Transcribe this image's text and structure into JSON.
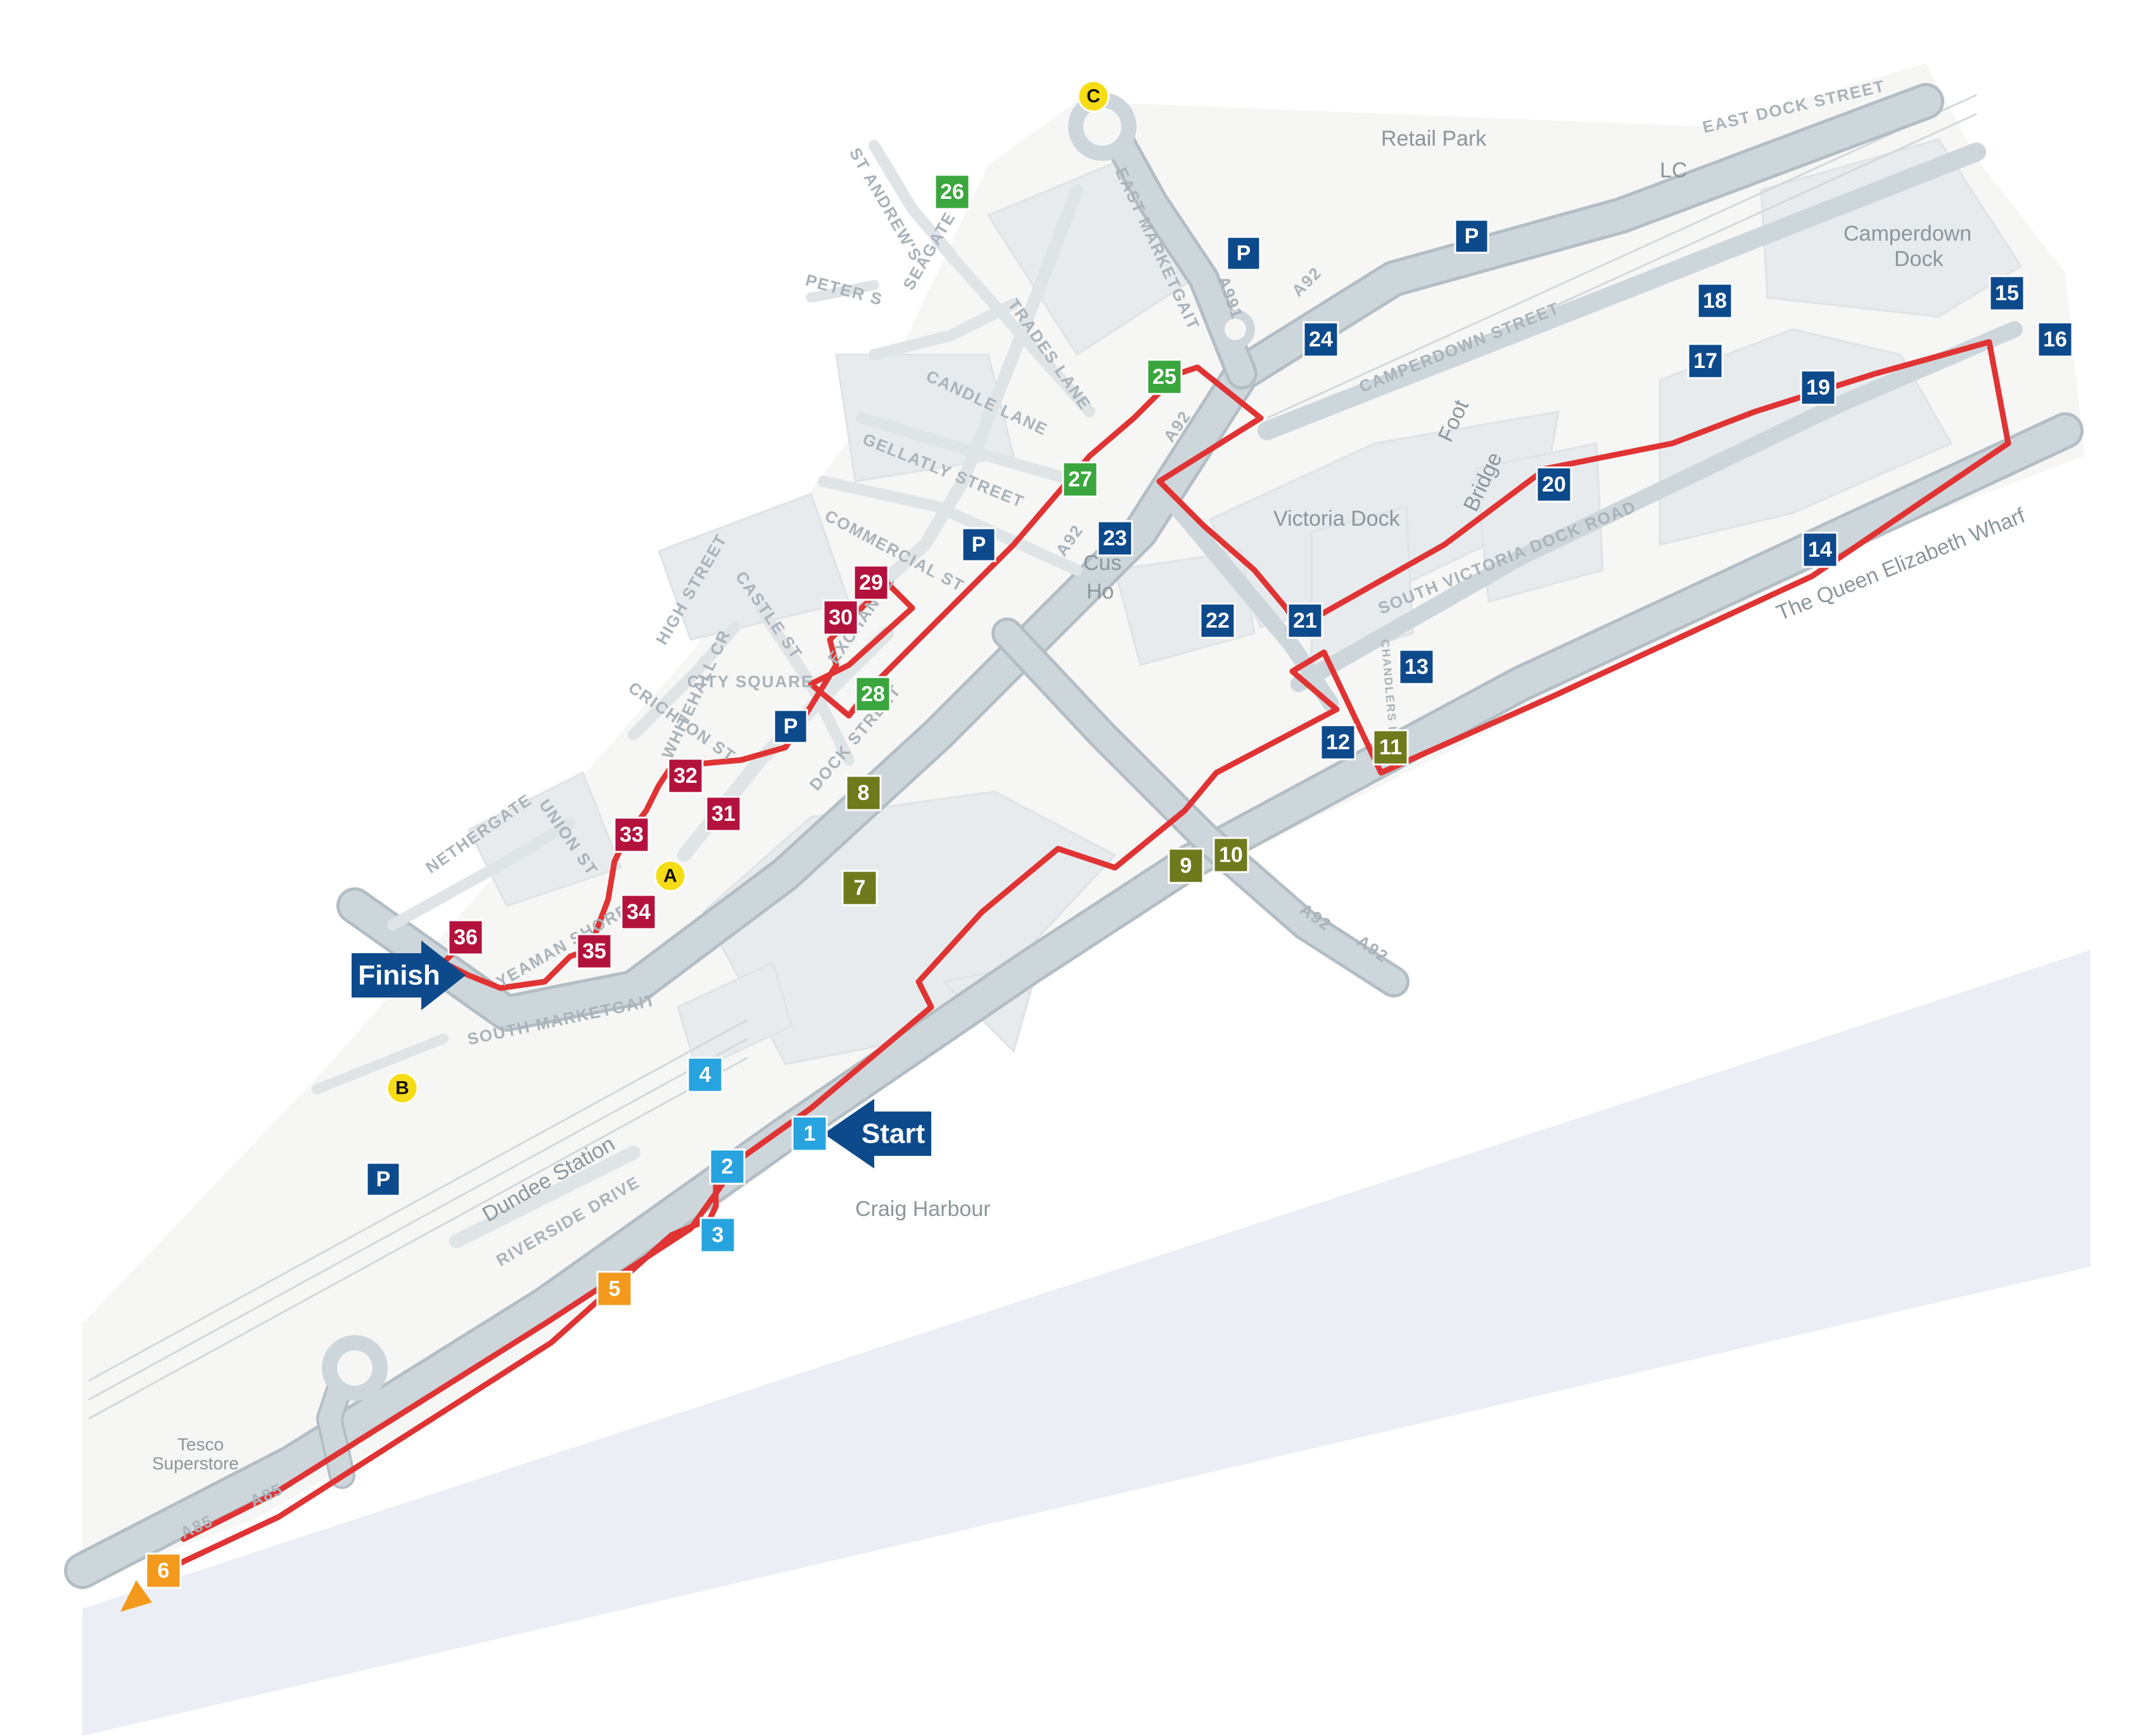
{
  "colors": {
    "route": "#e03333",
    "water": "#e9ebf4",
    "land": "#f7f7f6",
    "road": "#cdd6db",
    "road_edge": "#b3bec4",
    "building": "#e7eaec",
    "parking": "#0d4a8c",
    "poi": "#f6dc14",
    "arrow": "#0d4a8c",
    "marker_groups": {
      "orange": "#f39a1d",
      "lightblue": "#27a4df",
      "olive": "#6e7a1c",
      "darkblue": "#0d4a8c",
      "green": "#3aa63d",
      "crimson": "#b3123d"
    }
  },
  "arrows": {
    "start": "Start",
    "finish": "Finish"
  },
  "areas": {
    "retail_park": "Retail Park",
    "camperdown_dock_1": "Camperdown",
    "camperdown_dock_2": "Dock",
    "victoria_dock": "Victoria Dock",
    "foot_bridge_1": "Foot",
    "foot_bridge_2": "Bridge",
    "craig_harbour": "Craig Harbour",
    "tesco_1": "Tesco",
    "tesco_2": "Superstore",
    "wharf": "The Queen Elizabeth Wharf",
    "dundee_station": "Dundee Station",
    "lc": "LC",
    "cus_ho_1": "Cus",
    "cus_ho_2": "Ho",
    "city_square": "CITY SQUARE"
  },
  "streets": {
    "east_dock_street": "EAST DOCK STREET",
    "camperdown_street": "CAMPERDOWN STREET",
    "south_victoria_dock_road": "SOUTH VICTORIA DOCK ROAD",
    "east_marketgait": "EAST MARKETGAIT",
    "a991": "A991",
    "a92_1": "A92",
    "a92_2": "A92",
    "a92_3": "A92",
    "a92_4": "A92",
    "st_andrews": "ST ANDREW'S",
    "seagate": "SEAGATE",
    "peter_s": "PETER S",
    "trades_lane": "TRADES LANE",
    "candle_lane": "CANDLE LANE",
    "gellatly_street": "GELLATLY STREET",
    "commercial_st": "COMMERCIAL ST",
    "castle_st": "CASTLE ST",
    "exchange": "EXCHANGE",
    "high_street": "HIGH STREET",
    "crichton_st": "CRICHTON ST",
    "whitehall_cr": "WHITEHALL CR",
    "dock_street": "DOCK STREET",
    "nethergate": "NETHERGATE",
    "union_st": "UNION ST",
    "yeaman_shore": "YEAMAN SHORE",
    "south_marketgait": "SOUTH MARKETGAIT",
    "riverside_drive": "RIVERSIDE DRIVE",
    "chandlers_lane": "CHANDLERS LANE",
    "a85_1": "A85",
    "a85_2": "A85"
  },
  "pois": [
    "A",
    "B",
    "C"
  ],
  "parking_label": "P",
  "markers": [
    {
      "label": "1",
      "group": "lightblue"
    },
    {
      "label": "2",
      "group": "lightblue"
    },
    {
      "label": "3",
      "group": "lightblue"
    },
    {
      "label": "4",
      "group": "lightblue"
    },
    {
      "label": "5",
      "group": "orange"
    },
    {
      "label": "6",
      "group": "orange"
    },
    {
      "label": "7",
      "group": "olive"
    },
    {
      "label": "8",
      "group": "olive"
    },
    {
      "label": "9",
      "group": "olive"
    },
    {
      "label": "10",
      "group": "olive"
    },
    {
      "label": "11",
      "group": "olive"
    },
    {
      "label": "12",
      "group": "darkblue"
    },
    {
      "label": "13",
      "group": "darkblue"
    },
    {
      "label": "14",
      "group": "darkblue"
    },
    {
      "label": "15",
      "group": "darkblue"
    },
    {
      "label": "16",
      "group": "darkblue"
    },
    {
      "label": "17",
      "group": "darkblue"
    },
    {
      "label": "18",
      "group": "darkblue"
    },
    {
      "label": "19",
      "group": "darkblue"
    },
    {
      "label": "20",
      "group": "darkblue"
    },
    {
      "label": "21",
      "group": "darkblue"
    },
    {
      "label": "22",
      "group": "darkblue"
    },
    {
      "label": "23",
      "group": "darkblue"
    },
    {
      "label": "24",
      "group": "darkblue"
    },
    {
      "label": "25",
      "group": "green"
    },
    {
      "label": "26",
      "group": "green"
    },
    {
      "label": "27",
      "group": "green"
    },
    {
      "label": "28",
      "group": "green"
    },
    {
      "label": "29",
      "group": "crimson"
    },
    {
      "label": "30",
      "group": "crimson"
    },
    {
      "label": "31",
      "group": "crimson"
    },
    {
      "label": "32",
      "group": "crimson"
    },
    {
      "label": "33",
      "group": "crimson"
    },
    {
      "label": "34",
      "group": "crimson"
    },
    {
      "label": "35",
      "group": "crimson"
    },
    {
      "label": "36",
      "group": "crimson"
    }
  ]
}
